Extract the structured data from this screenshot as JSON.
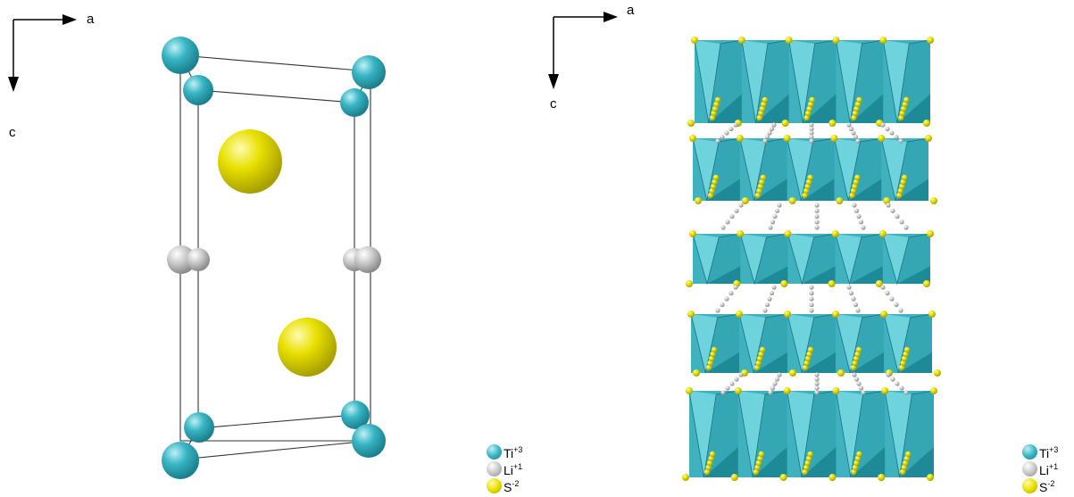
{
  "left_panel": {
    "axis_x_label": "a",
    "axis_y_label": "c"
  },
  "right_panel": {
    "axis_x_label": "a",
    "axis_y_label": "c"
  },
  "legend": [
    {
      "element": "Ti",
      "charge": "+3",
      "color": "#38b5c4"
    },
    {
      "element": "Li",
      "charge": "+1",
      "color": "#c8c8c8"
    },
    {
      "element": "S",
      "charge": "-2",
      "color": "#e8e000"
    }
  ],
  "colors": {
    "ti": "#38b5c4",
    "li": "#c8c8c8",
    "s": "#e8e000",
    "octahedron": "#4fc3d0"
  }
}
